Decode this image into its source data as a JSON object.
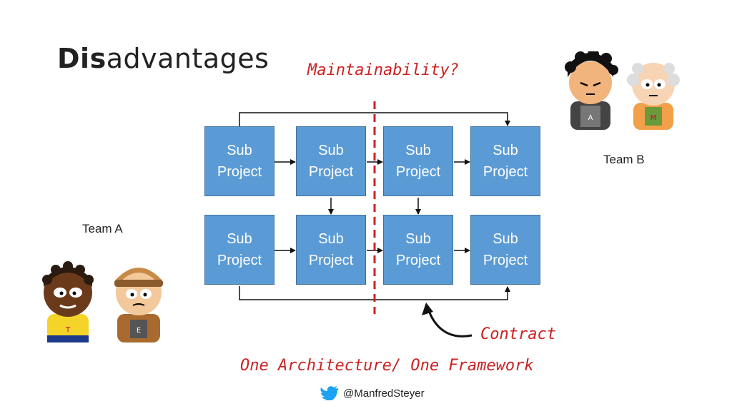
{
  "title": {
    "bold": "Dis",
    "rest": "advantages"
  },
  "annotations": {
    "maintainability": "Maintainability?",
    "contract": "Contract",
    "one_architecture": "One Architecture/ One Framework"
  },
  "teams": {
    "a": "Team A",
    "b": "Team B"
  },
  "character_letters": {
    "t": "T",
    "e": "E",
    "a": "A",
    "m": "M"
  },
  "boxes": [
    "Sub\nProject",
    "Sub\nProject",
    "Sub\nProject",
    "Sub\nProject",
    "Sub\nProject",
    "Sub\nProject",
    "Sub\nProject",
    "Sub\nProject"
  ],
  "footer": {
    "handle": "@ManfredSteyer",
    "icon": "twitter-bird-icon"
  },
  "colors": {
    "box": "#5b9bd5",
    "accent": "#cc2222",
    "twitter": "#1da1f2"
  }
}
